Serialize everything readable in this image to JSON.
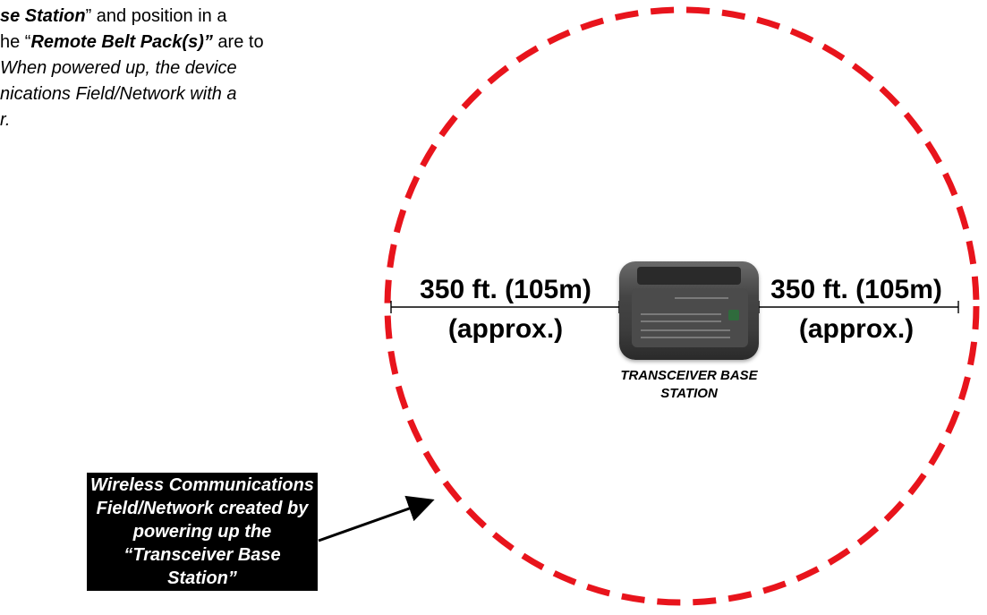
{
  "intro": {
    "line1": {
      "bold_italic": "se Station",
      "rest": "” and position in a"
    },
    "line2": {
      "before": "he “",
      "bold_italic": "Remote Belt Pack(s)”",
      "after": " are to"
    },
    "line3": "When powered up, the device",
    "line4": "nications Field/Network with a",
    "line5": "r."
  },
  "range_left": {
    "distance": "350 ft. (105m)",
    "qualifier": "(approx.)"
  },
  "range_right": {
    "distance": "350 ft. (105m)",
    "qualifier": "(approx.)"
  },
  "device_caption": {
    "line1": "TRANSCEIVER BASE",
    "line2": "STATION"
  },
  "callout": {
    "lines": [
      "Wireless Communications",
      "Field/Network created by",
      "powering up the",
      "“Transceiver Base Station”"
    ]
  },
  "colors": {
    "field_boundary": "#e8141c",
    "callout_bg": "#000000",
    "callout_text": "#ffffff"
  }
}
